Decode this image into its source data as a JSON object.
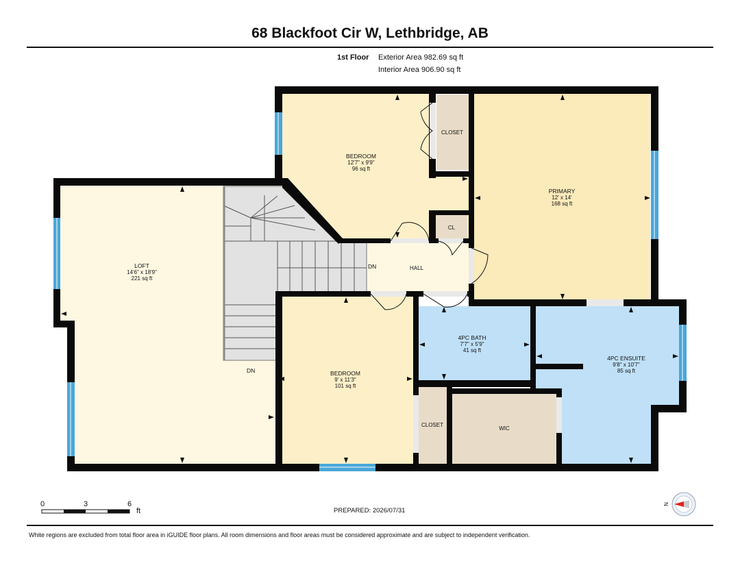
{
  "header": {
    "title": "68 Blackfoot Cir W, Lethbridge, AB",
    "floor": "1st Floor",
    "exterior_area": "Exterior Area 982.69 sq ft",
    "interior_area": "Interior Area 906.90 sq ft"
  },
  "rooms": {
    "bedroom_top": {
      "name": "BEDROOM",
      "dims": "12'7\" x 9'9\"",
      "area": "96 sq ft"
    },
    "closet_top": {
      "name": "CLOSET"
    },
    "cl": {
      "name": "CL"
    },
    "primary": {
      "name": "PRIMARY",
      "dims": "12' x 14'",
      "area": "168 sq ft"
    },
    "loft": {
      "name": "LOFT",
      "dims": "14'6\" x 18'9\"",
      "area": "221 sq ft"
    },
    "hall": {
      "name": "HALL"
    },
    "bath": {
      "name": "4PC BATH",
      "dims": "7'7\" x 5'9\"",
      "area": "41 sq ft"
    },
    "ensuite": {
      "name": "4PC ENSUITE",
      "dims": "9'8\" x 10'7\"",
      "area": "85 sq ft"
    },
    "bedroom_bottom": {
      "name": "BEDROOM",
      "dims": "9' x 11'3\"",
      "area": "101 sq ft"
    },
    "closet_bottom": {
      "name": "CLOSET"
    },
    "wic": {
      "name": "WIC"
    }
  },
  "stairs": {
    "dn_hall": "DN",
    "dn_loft": "DN"
  },
  "scale": {
    "ticks": [
      "0",
      "3",
      "6"
    ],
    "unit": "ft"
  },
  "compass": {
    "north_label": "N"
  },
  "footer": {
    "prepared": "PREPARED: 2026/07/31",
    "disclaimer": "White regions are excluded from total floor area in iGUIDE floor plans. All room dimensions and floor areas must be considered approximate and are subject to independent verification."
  },
  "colors": {
    "wall": "#0a0a0a",
    "bedroom": "#fdf0c8",
    "loft": "#fef8e2",
    "primary": "#fbeaba",
    "bath": "#bfe0f7",
    "closet": "#e8dcc8",
    "stairs": "#e2e2e2",
    "window": "#4aa7d8"
  }
}
